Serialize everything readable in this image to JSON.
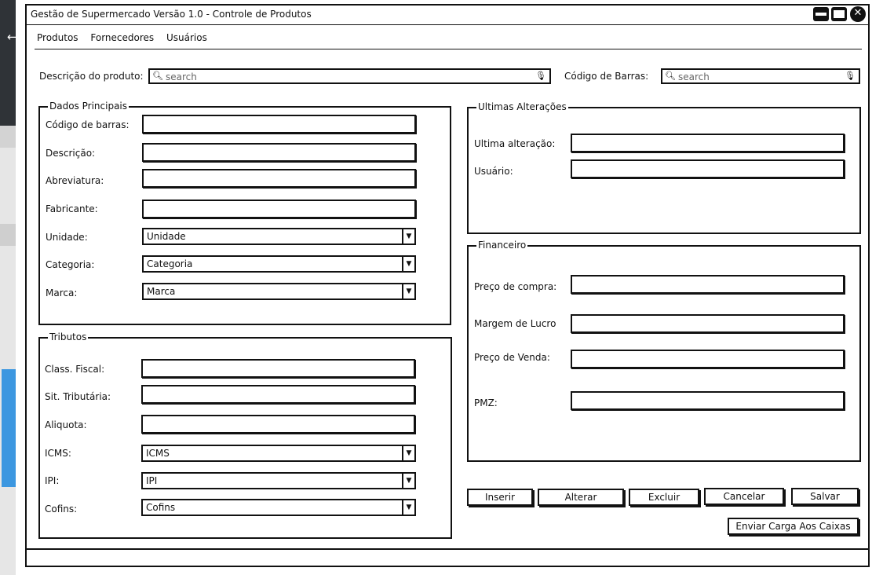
{
  "window": {
    "title": "Gestão de Supermercado Versão 1.0 - Controle de Produtos"
  },
  "menu": [
    "Produtos",
    "Fornecedores",
    "Usuários"
  ],
  "search": {
    "product_label": "Descrição do produto:",
    "product_placeholder": "search",
    "barcode_label": "Código de Barras:",
    "barcode_placeholder": "search"
  },
  "dados_principais": {
    "legend": "Dados Principais",
    "codigo_label": "Código de barras:",
    "descricao_label": "Descrição:",
    "abreviatura_label": "Abreviatura:",
    "fabricante_label": "Fabricante:",
    "unidade_label": "Unidade:",
    "unidade_value": "Unidade",
    "categoria_label": "Categoria:",
    "categoria_value": "Categoria",
    "marca_label": "Marca:",
    "marca_value": "Marca"
  },
  "tributos": {
    "legend": "Tributos",
    "class_label": "Class. Fiscal:",
    "sit_label": "Sit. Tributária:",
    "aliquota_label": "Aliquota:",
    "icms_label": "ICMS:",
    "icms_value": "ICMS",
    "ipi_label": "IPI:",
    "ipi_value": "IPI",
    "cofins_label": "Cofins:",
    "cofins_value": "Cofins"
  },
  "ultimas": {
    "legend": "Ultimas Alterações",
    "ultima_label": "Ultima alteração:",
    "usuario_label": "Usuário:"
  },
  "financeiro": {
    "legend": "Financeiro",
    "compra_label": "Preço de compra:",
    "margem_label": "Margem de Lucro",
    "venda_label": "Preço de Venda:",
    "pmz_label": "PMZ:"
  },
  "buttons": {
    "inserir": "Inserir",
    "alterar": "Alterar",
    "excluir": "Excluir",
    "cancelar": "Cancelar",
    "salvar": "Salvar",
    "enviar": "Enviar Carga Aos Caixas"
  }
}
